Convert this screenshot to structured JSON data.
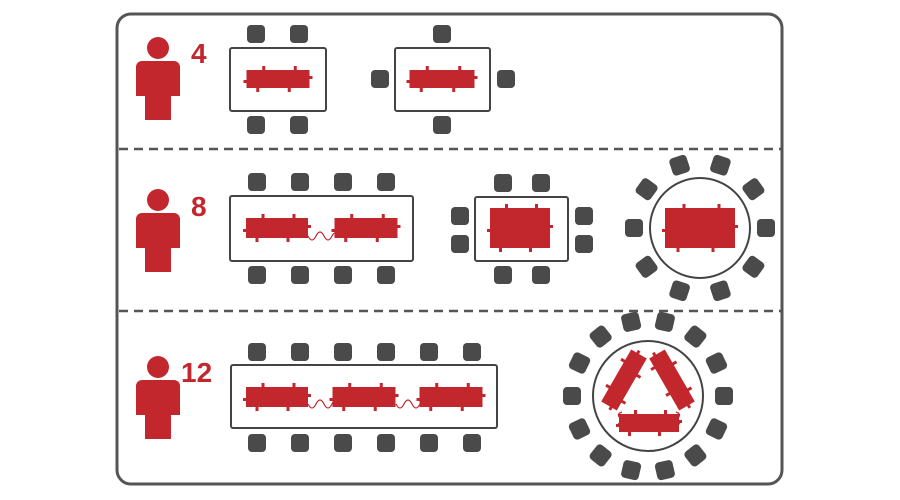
{
  "colors": {
    "accent": "#c1272d",
    "chair": "#4a4a4a",
    "frame": "#555555"
  },
  "icons": {
    "person": "person-icon",
    "chair": "chair-icon",
    "table": "table-icon"
  },
  "rows": [
    {
      "seats_label": "4",
      "seats": 4,
      "layouts": [
        "rectangular-table-2x2",
        "rectangular-table-1-2-1"
      ]
    },
    {
      "seats_label": "8",
      "seats": 8,
      "layouts": [
        "long-table-4x4",
        "block-table",
        "round-table"
      ]
    },
    {
      "seats_label": "12",
      "seats": 12,
      "layouts": [
        "long-table-6x6",
        "round-table-triangle"
      ]
    }
  ]
}
